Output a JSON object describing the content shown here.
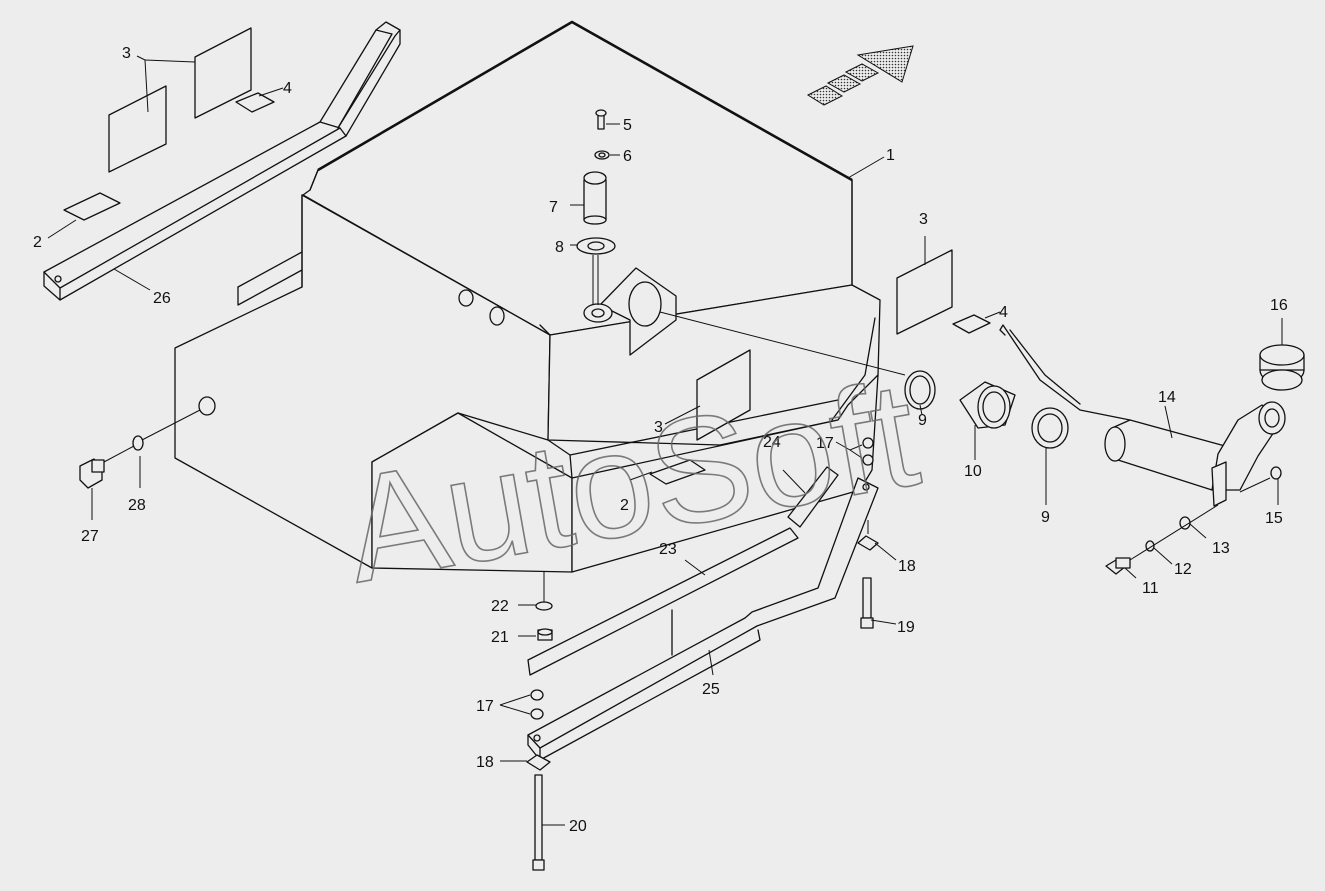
{
  "watermark": "AutoSoft",
  "callouts": {
    "c1": "1",
    "c2a": "2",
    "c2b": "2",
    "c3a": "3",
    "c3b": "3",
    "c3c": "3",
    "c4a": "4",
    "c4b": "4",
    "c5": "5",
    "c6": "6",
    "c7": "7",
    "c8": "8",
    "c9a": "9",
    "c9b": "9",
    "c10": "10",
    "c11": "11",
    "c12": "12",
    "c13": "13",
    "c14": "14",
    "c15": "15",
    "c16": "16",
    "c17a": "17",
    "c17b": "17",
    "c18a": "18",
    "c18b": "18",
    "c19": "19",
    "c20": "20",
    "c21": "21",
    "c22": "22",
    "c23": "23",
    "c24": "24",
    "c25": "25",
    "c26": "26",
    "c27": "27",
    "c28": "28"
  },
  "colors": {
    "background": "#ededed",
    "line": "#111111",
    "watermark": "#666666"
  },
  "icons": {
    "direction-arrow": "arrow-icon"
  }
}
